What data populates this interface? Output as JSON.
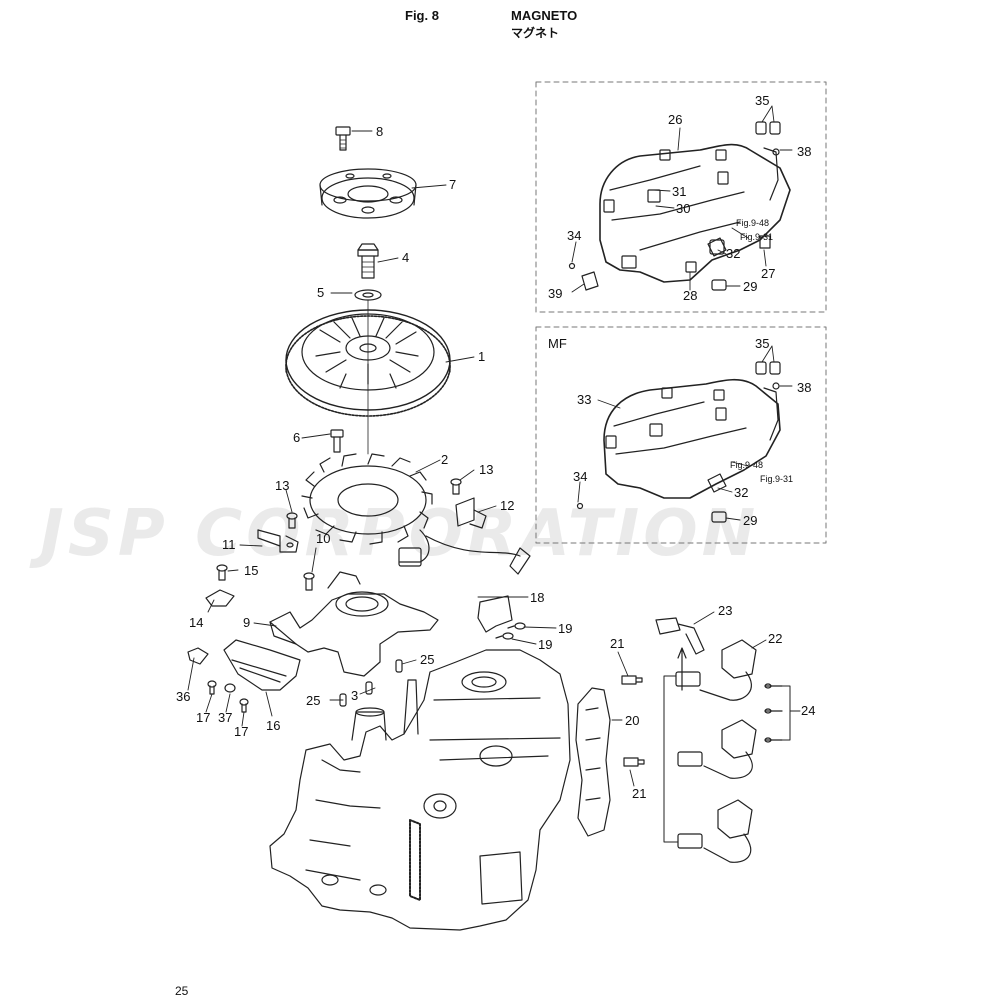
{
  "header": {
    "fig_label": "Fig. 8",
    "title": "MAGNETO",
    "title_jp": "マグネト"
  },
  "watermark": "JSP CORPORATION",
  "page_number": "25",
  "panels": {
    "mf_label": "MF"
  },
  "callouts": {
    "c1": "1",
    "c2": "2",
    "c3": "3",
    "c4": "4",
    "c5": "5",
    "c6": "6",
    "c7": "7",
    "c8": "8",
    "c9": "9",
    "c10": "10",
    "c11": "11",
    "c12": "12",
    "c13a": "13",
    "c13b": "13",
    "c14": "14",
    "c15": "15",
    "c16": "16",
    "c17a": "17",
    "c17b": "17",
    "c18": "18",
    "c19a": "19",
    "c19b": "19",
    "c20": "20",
    "c21a": "21",
    "c21b": "21",
    "c22": "22",
    "c23": "23",
    "c24": "24",
    "c25a": "25",
    "c25b": "25",
    "c26": "26",
    "c27": "27",
    "c28": "28",
    "c29a": "29",
    "c29b": "29",
    "c30": "30",
    "c31": "31",
    "c32a": "32",
    "c32b": "32",
    "c33": "33",
    "c34a": "34",
    "c34b": "34",
    "c35a": "35",
    "c35b": "35",
    "c36": "36",
    "c37": "37",
    "c38a": "38",
    "c38b": "38",
    "c39": "39"
  },
  "refs": {
    "r1": "Fig.9-48",
    "r2": "Fig.9-31",
    "r3": "Fig.9-48",
    "r4": "Fig.9-31"
  }
}
